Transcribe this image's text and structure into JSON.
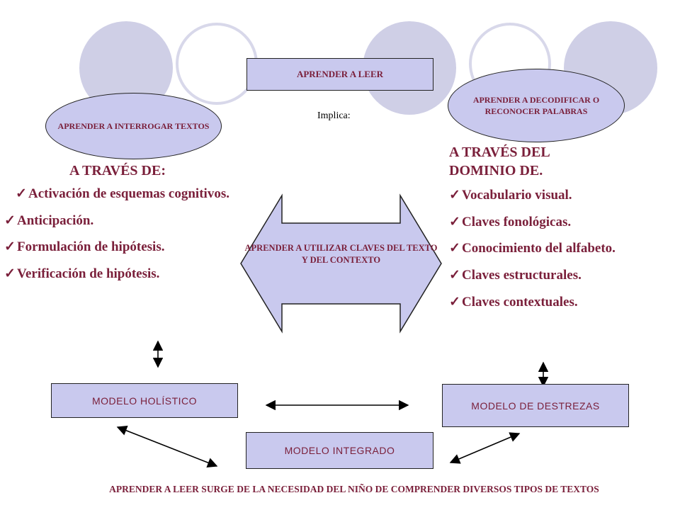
{
  "top_box": {
    "label": "APRENDER A LEER"
  },
  "implies_label": "Implica:",
  "left_oval": {
    "label": "APRENDER A INTERROGAR TEXTOS"
  },
  "right_oval": {
    "label": "APRENDER A DECODIFICAR O RECONOCER PALABRAS"
  },
  "left_list": {
    "heading": "A TRAVÉS DE:",
    "check_icon": "✓",
    "items": [
      "Activación de esquemas cognitivos.",
      "Anticipación.",
      "Formulación de hipótesis.",
      "Verificación de hipótesis."
    ]
  },
  "right_list": {
    "heading": "A TRAVÉS DEL DOMINIO DE.",
    "check_icon": "✓",
    "items": [
      "Vocabulario visual.",
      "Claves fonológicas.",
      "Conocimiento del alfabeto.",
      "Claves estructurales.",
      "Claves contextuales."
    ]
  },
  "center_arrow": {
    "label": "APRENDER A UTILIZAR CLAVES DEL TEXTO Y DEL CONTEXTO"
  },
  "models": {
    "holistic": "MODELO  HOLÍSTICO",
    "skills": "MODELO  DE  DESTREZAS",
    "integrated": "MODELO  INTEGRADO"
  },
  "footer": "APRENDER A LEER SURGE DE LA NECESIDAD DEL NIÑO DE  COMPRENDER DIVERSOS TIPOS DE TEXTOS",
  "colors": {
    "accent_text": "#7a1f3a",
    "shape_fill": "#c9c9ee",
    "decor_circle": "#cfcfe6"
  }
}
